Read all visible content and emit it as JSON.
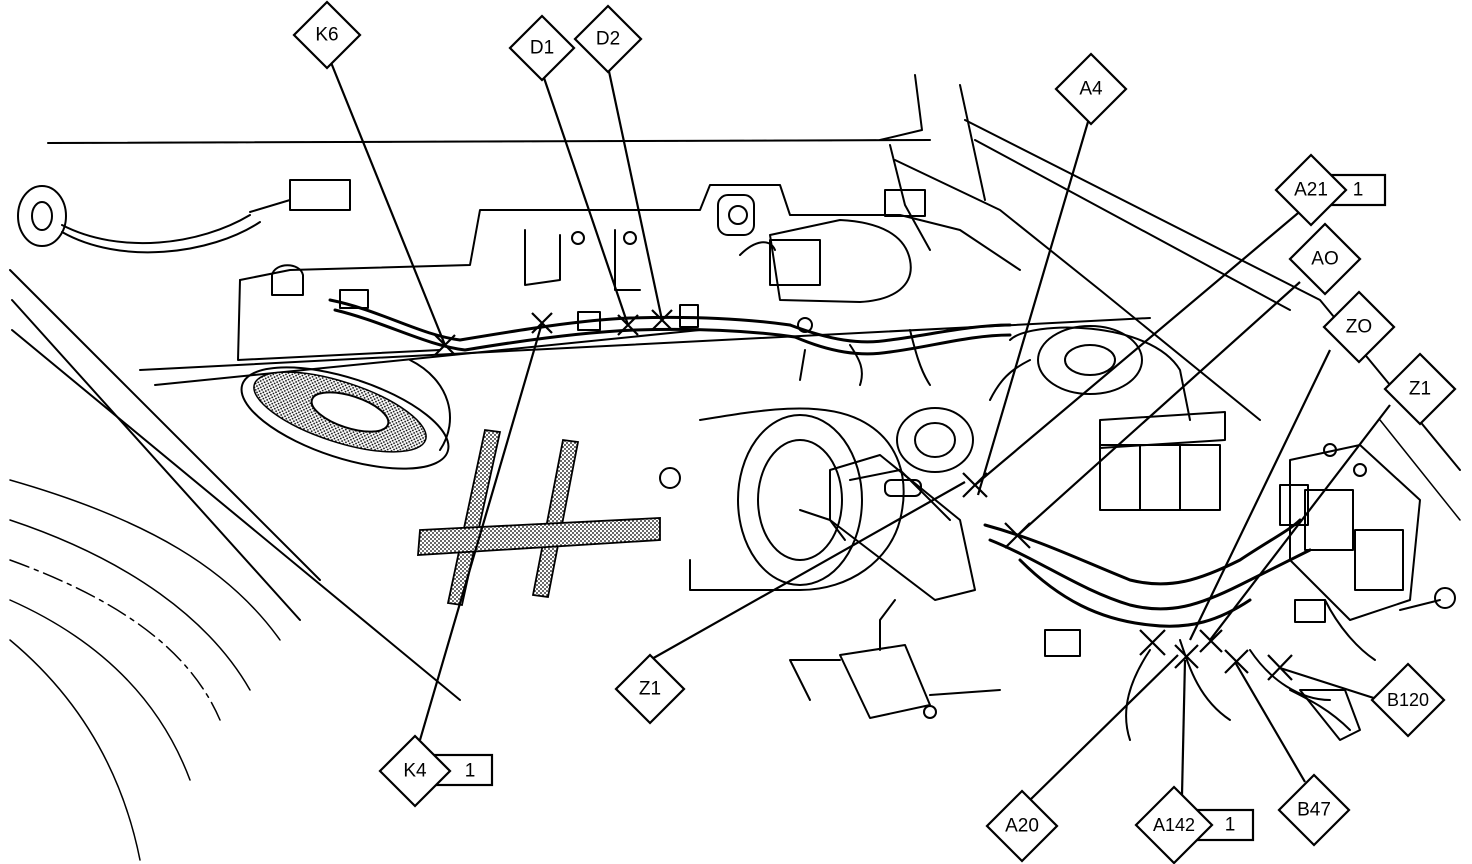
{
  "diagram": {
    "callouts": [
      {
        "id": "k6",
        "code": "K6"
      },
      {
        "id": "d1",
        "code": "D1"
      },
      {
        "id": "d2",
        "code": "D2"
      },
      {
        "id": "a4",
        "code": "A4"
      },
      {
        "id": "a21",
        "code": "A21",
        "qty": "1"
      },
      {
        "id": "ao",
        "code": "AO"
      },
      {
        "id": "zo",
        "code": "ZO"
      },
      {
        "id": "z1-right",
        "code": "Z1"
      },
      {
        "id": "z1-left",
        "code": "Z1"
      },
      {
        "id": "b120",
        "code": "B120"
      },
      {
        "id": "k4",
        "code": "K4",
        "qty": "1"
      },
      {
        "id": "a20",
        "code": "A20"
      },
      {
        "id": "a142",
        "code": "A142",
        "qty": "1"
      },
      {
        "id": "b47",
        "code": "B47"
      }
    ]
  }
}
